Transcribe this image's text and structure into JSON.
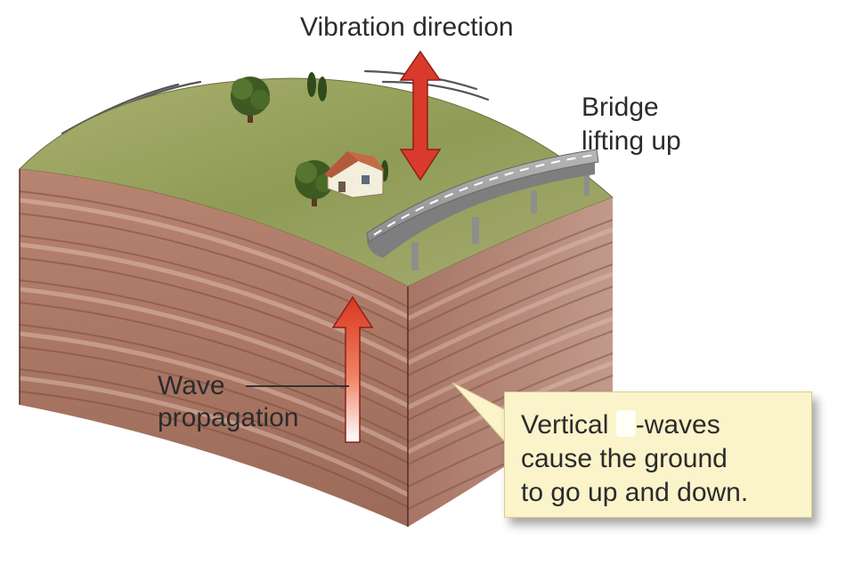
{
  "labels": {
    "vibration_direction": "Vibration direction",
    "bridge_line1": "Bridge",
    "bridge_line2": "lifting up",
    "wave_line1": "Wave",
    "wave_line2": "propagation"
  },
  "callout": {
    "line1_before": "Vertical ",
    "line1_after": "-waves",
    "line2": "cause the ground",
    "line3": "to go up and down."
  },
  "colors": {
    "rock_light": "#c9a597",
    "rock_dark": "#8c5a4a",
    "ground_green": "#9aa560",
    "arrow_red": "#d93a2b",
    "callout_fill": "#fbf3c9"
  },
  "icons": [
    "tree-icon",
    "house-icon",
    "bridge-icon",
    "double-arrow-icon",
    "up-arrow-icon"
  ]
}
